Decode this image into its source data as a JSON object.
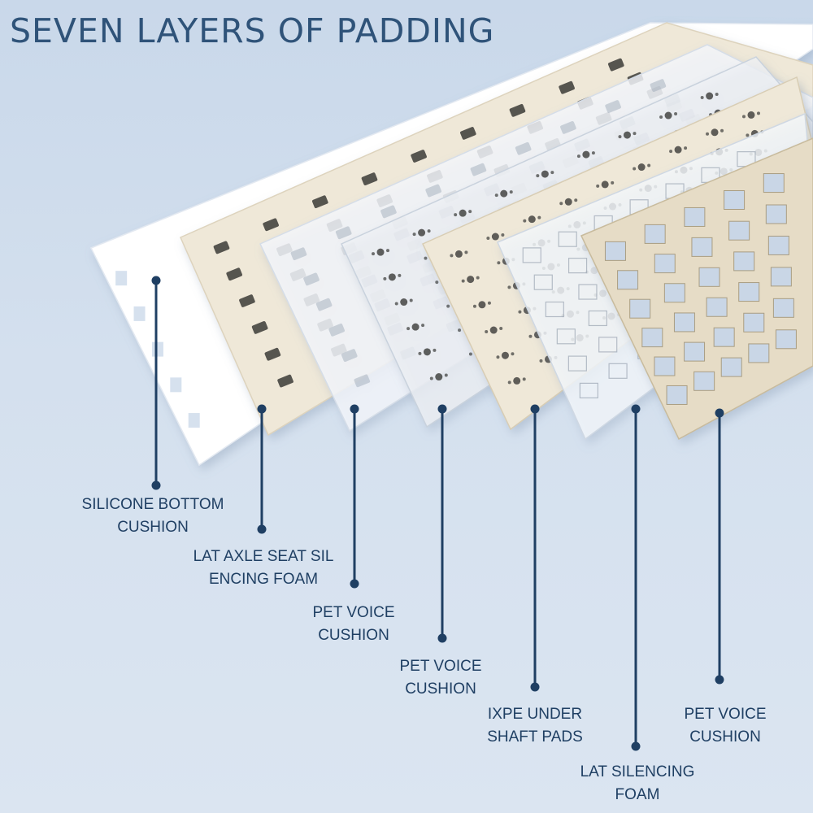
{
  "title": "SEVEN LAYERS OF PADDING",
  "colors": {
    "title": "#2f5379",
    "leader": "#1f3f63",
    "background": "#d4e0ee",
    "white_layer": "#ffffff",
    "cream_layer": "#efe8d8",
    "clear_layer": "#f4f7fb",
    "frame_layer": "#e6dcc6"
  },
  "layers": [
    {
      "name": "silicone-bottom-cushion",
      "label_lines": [
        "SILICONE BOTTOM",
        "CUSHION"
      ]
    },
    {
      "name": "lat-axle-seat-silencing-foam",
      "label_lines": [
        "LAT AXLE SEAT SIL",
        "ENCING FOAM"
      ]
    },
    {
      "name": "pet-voice-cushion-1",
      "label_lines": [
        "PET VOICE",
        "CUSHION"
      ]
    },
    {
      "name": "pet-voice-cushion-2",
      "label_lines": [
        "PET VOICE",
        "CUSHION"
      ]
    },
    {
      "name": "ixpe-under-shaft-pads",
      "label_lines": [
        "IXPE UNDER",
        "SHAFT PADS"
      ]
    },
    {
      "name": "lat-silencing-foam",
      "label_lines": [
        "LAT SILENCING",
        "FOAM"
      ]
    },
    {
      "name": "pet-voice-cushion-3",
      "label_lines": [
        "PET VOICE",
        "CUSHION"
      ]
    }
  ]
}
